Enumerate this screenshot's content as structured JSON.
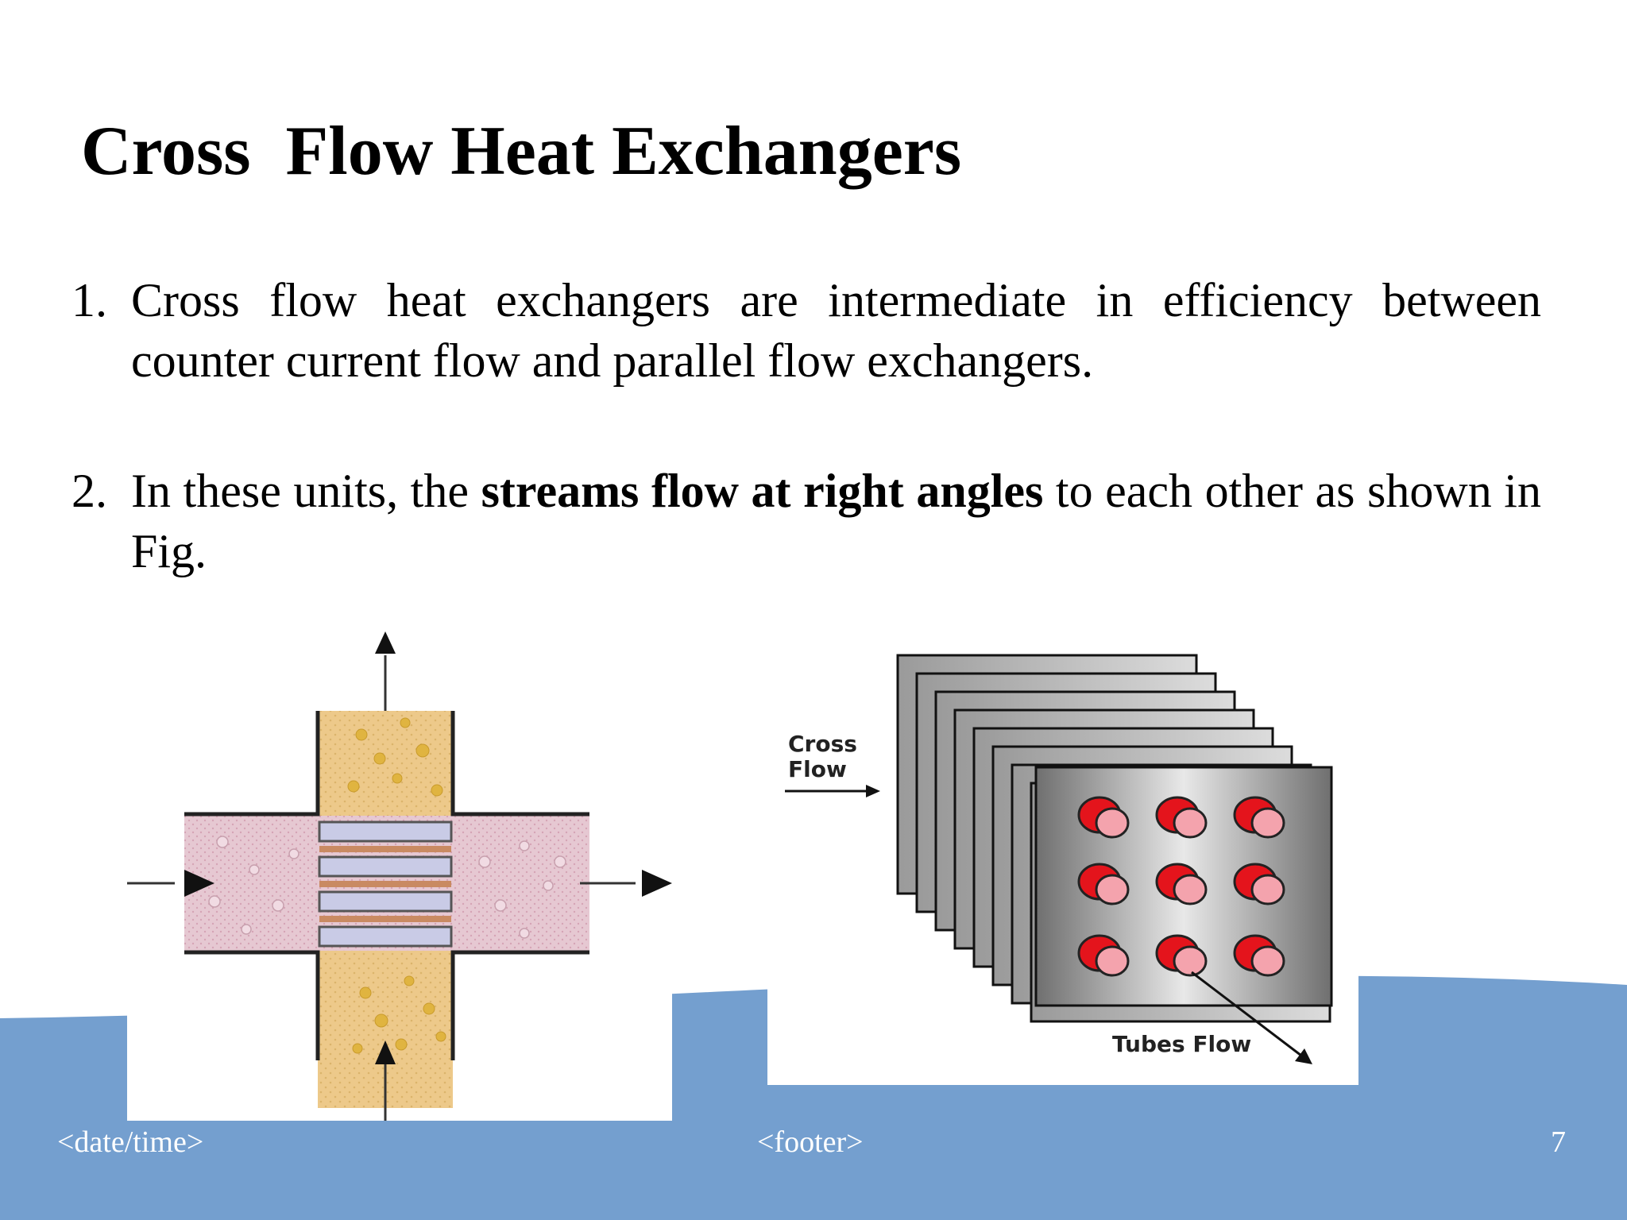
{
  "slide": {
    "title": "Cross  Flow Heat Exchangers",
    "bullets": [
      {
        "number": "1.",
        "text": "Cross flow heat exchangers are intermediate in efficiency between counter current flow and parallel flow exchangers."
      },
      {
        "number": "2.",
        "text_before": "In these units, the ",
        "text_bold": "streams flow at right angles",
        "text_after": " to each other as shown in Fig."
      }
    ],
    "figure_right": {
      "label_cross": "Cross",
      "label_flow": "Flow",
      "label_tubes": "Tubes Flow"
    },
    "footer": {
      "date": "<date/time>",
      "center": "<footer>",
      "page_number": "7"
    }
  },
  "colors": {
    "wave_blue": "#749fcf",
    "shell_pink": "#e6c8d2",
    "tube_yellow": "#edc98a",
    "tube_red": "#e4141c"
  },
  "icons": [
    "arrow-up-icon",
    "arrow-right-icon",
    "tube-icon"
  ]
}
